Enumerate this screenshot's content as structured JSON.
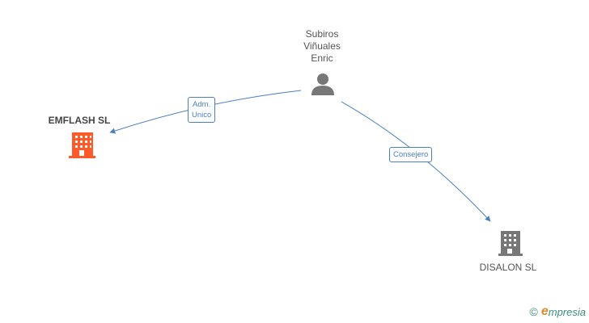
{
  "nodes": {
    "person": {
      "name_lines": [
        "Subiros",
        "Viñuales",
        "Enric"
      ],
      "icon": "person-icon"
    },
    "emflash": {
      "name": "EMFLASH SL",
      "icon": "building-icon",
      "color": "#ff5a2a"
    },
    "disalon": {
      "name": "DISALON SL",
      "icon": "building-icon",
      "color": "#777777"
    }
  },
  "edges": {
    "to_emflash": {
      "label_lines": [
        "Adm.",
        "Unico"
      ]
    },
    "to_disalon": {
      "label": "Consejero"
    }
  },
  "colors": {
    "edge": "#4a7fc1",
    "person": "#777777"
  },
  "footer": {
    "copyright": "©",
    "brand_initial": "e",
    "brand_rest": "mpresia"
  }
}
